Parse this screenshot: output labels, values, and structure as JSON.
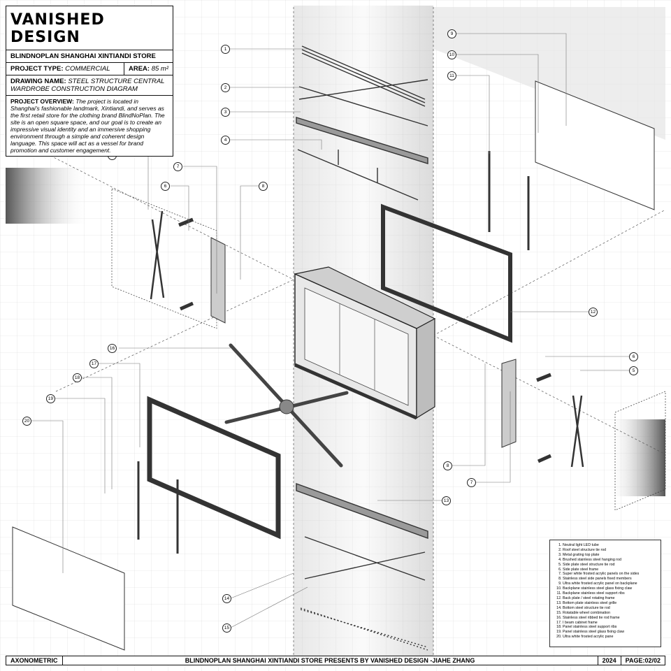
{
  "brand": "VANISHED DESIGN",
  "project": {
    "name": "BLINDNOPLAN SHANGHAI XINTIANDI STORE",
    "type_label": "PROJECT TYPE:",
    "type_value": "COMMERCIAL",
    "area_label": "AREA:",
    "area_value": "85 m²",
    "drawing_label": "DRAWING NAME:",
    "drawing_value": "STEEL STRUCTURE CENTRAL WARDROBE CONSTRUCTION DIAGRAM",
    "overview_label": "PROJECT OVERVIEW:",
    "overview_text": "The project is located in Shanghai's fashionable landmark, Xintiandi, and serves as the first retail store for the clothing brand BlindNoPlan. The site is an open square space, and our goal is to create an impressive visual identity and an immersive shopping environment through a simple and coherent design language. This space will act as a vessel for brand promotion and customer engagement."
  },
  "legend": [
    "Neutral light LED tube",
    "Roof steel structure tie rod",
    "Metal grating top plate",
    "Brushed stainless steel hanging rod",
    "Side plate steel structure tie rod",
    "Side plate steel frame",
    "Super white frosted acrylic panels on the sides",
    "Stainless steel side panels fixed members",
    "Ultra white frosted acrylic panel on backplane",
    "Backplane stainless steel glass fixing claw",
    "Backplane stainless steel support ribs",
    "Back plate / steel rotating frame",
    "Bottom plate stainless steel grille",
    "Bottom steel structure tie rod",
    "Rotatable wheel combination",
    "Stainless steel ribbed tie rod frame",
    "I beam cabinet frame",
    "Panel stainless steel support ribs",
    "Panel stainless steel glass fixing claw",
    "Ultra white frosted acrylic pane"
  ],
  "callouts": [
    {
      "n": "1",
      "name": "callout-1"
    },
    {
      "n": "2",
      "name": "callout-2"
    },
    {
      "n": "3",
      "name": "callout-3"
    },
    {
      "n": "4",
      "name": "callout-4"
    },
    {
      "n": "5",
      "name": "callout-5-left"
    },
    {
      "n": "6",
      "name": "callout-6-left"
    },
    {
      "n": "7",
      "name": "callout-7-left"
    },
    {
      "n": "8",
      "name": "callout-8-left"
    },
    {
      "n": "9",
      "name": "callout-9"
    },
    {
      "n": "10",
      "name": "callout-10"
    },
    {
      "n": "11",
      "name": "callout-11"
    },
    {
      "n": "12",
      "name": "callout-12"
    },
    {
      "n": "6",
      "name": "callout-6-right"
    },
    {
      "n": "5",
      "name": "callout-5-right"
    },
    {
      "n": "8",
      "name": "callout-8-right"
    },
    {
      "n": "7",
      "name": "callout-7-right"
    },
    {
      "n": "13",
      "name": "callout-13"
    },
    {
      "n": "14",
      "name": "callout-14"
    },
    {
      "n": "15",
      "name": "callout-15"
    },
    {
      "n": "16",
      "name": "callout-16"
    },
    {
      "n": "17",
      "name": "callout-17"
    },
    {
      "n": "18",
      "name": "callout-18"
    },
    {
      "n": "19",
      "name": "callout-19"
    },
    {
      "n": "20",
      "name": "callout-20"
    }
  ],
  "footer": {
    "view": "AXONOMETRIC",
    "credit": "BLINDNOPLAN SHANGHAI XINTIANDI STORE PRESENTS BY VANISHED DESIGN -JIAHE ZHANG",
    "year": "2024",
    "page": "PAGE:02/02"
  }
}
